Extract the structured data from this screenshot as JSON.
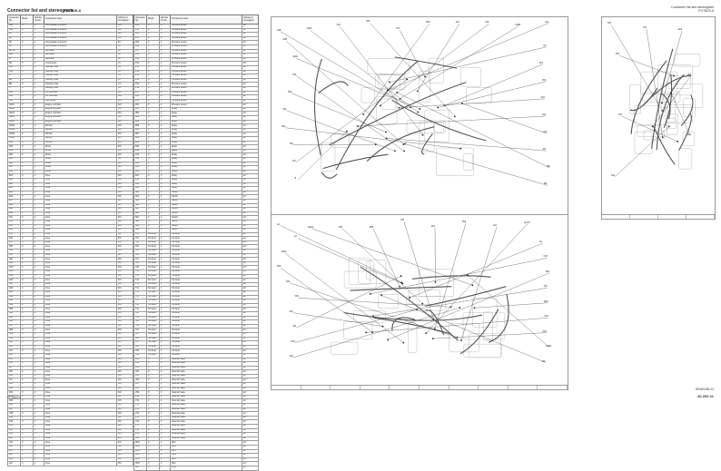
{
  "header": {
    "title": "Connector list and stereogram",
    "model": "PC78US-6",
    "right_lines": [
      "Connector list and stereogram",
      "PC78US-6"
    ]
  },
  "footer": {
    "left": "PC78US-6",
    "right_code": "SEN00282-01",
    "page": "40-200 41"
  },
  "table_headers": {
    "connector_no": "Connector No.",
    "model": "Model",
    "pins": "Number of pins",
    "name": "Component name",
    "address": "Address in stereogram"
  },
  "table1_rows": [
    [
      "A1B",
      "X",
      "2",
      "Intermediate connector",
      "B-6"
    ],
    [
      "A2B",
      "X",
      "2",
      "Intermediate connector",
      "B-6"
    ],
    [
      "A3",
      "X",
      "2",
      "Intermediate connector",
      "B-6"
    ],
    [
      "A4",
      "X",
      "3",
      "Intermediate connector",
      "B-6"
    ],
    [
      "A5",
      "X",
      "3",
      "Intermediate connector",
      "B-7"
    ],
    [
      "A6",
      "X",
      "3",
      "Intermediate connector",
      "B-7"
    ],
    [
      "AL/FR",
      "X",
      "2",
      "Alternator",
      "I-8"
    ],
    [
      "ALR",
      "X",
      "1",
      "Alternator",
      "I-8"
    ],
    [
      "B",
      "X",
      "1",
      "Alternator",
      "I-8"
    ],
    [
      "BZ",
      "X",
      "2",
      "Compressor",
      "I-9"
    ],
    [
      "CA1",
      "X",
      "2",
      "Starting motor",
      "I-9"
    ],
    [
      "CA2",
      "X",
      "2",
      "Starting motor",
      "I-9"
    ],
    [
      "B",
      "X",
      "2",
      "Starting motor",
      "I-9"
    ],
    [
      "BR",
      "X",
      "2",
      "Starting motor",
      "I-9"
    ],
    [
      "BR",
      "X",
      "2",
      "Starting motor",
      "I-9"
    ],
    [
      "C",
      "X",
      "2",
      "Starting motor",
      "I-9"
    ],
    [
      "C01",
      "X",
      "2",
      "CN controller",
      "B-6"
    ],
    [
      "C02",
      "X",
      "2",
      "CN controller",
      "B-6"
    ],
    [
      "C03",
      "X",
      "2",
      "Cab socket",
      "B-6"
    ],
    [
      "CE01",
      "X",
      "2",
      "Engine controller",
      "B-6"
    ],
    [
      "CE02",
      "X",
      "2",
      "Engine controller",
      "B-6"
    ],
    [
      "CE03",
      "X",
      "2",
      "Engine controller",
      "B-6"
    ],
    [
      "CE04",
      "X",
      "2",
      "Engine controller",
      "B-6"
    ],
    [
      "CE05",
      "X",
      "2",
      "Engine controller",
      "B-6"
    ],
    [
      "CM01",
      "X",
      "2",
      "Monitor",
      "B-6"
    ],
    [
      "CM02",
      "X",
      "2",
      "Monitor",
      "B-6"
    ],
    [
      "CM03",
      "X",
      "2",
      "Monitor",
      "B-6"
    ],
    [
      "CM04",
      "X",
      "2",
      "Monitor",
      "B-6"
    ],
    [
      "D01",
      "X",
      "2",
      "Monitor",
      "B-6"
    ],
    [
      "D02",
      "X",
      "2",
      "Diode",
      "B-6"
    ],
    [
      "D03",
      "X",
      "2",
      "Diode",
      "B-6"
    ],
    [
      "D04",
      "X",
      "2",
      "Diode",
      "B-6"
    ],
    [
      "D05",
      "X",
      "2",
      "Diode",
      "B-6"
    ],
    [
      "D06",
      "X",
      "2",
      "Diode",
      "B-6"
    ],
    [
      "D07",
      "X",
      "2",
      "Diode",
      "B-6"
    ],
    [
      "D08",
      "X",
      "2",
      "Diode",
      "B-6"
    ],
    [
      "E01",
      "X",
      "2",
      "Fuse",
      "B-6"
    ],
    [
      "E02",
      "X",
      "2",
      "Fuse",
      "B-6"
    ],
    [
      "E03",
      "X",
      "2",
      "Fuse",
      "B-6"
    ],
    [
      "E04",
      "X",
      "2",
      "Fuse",
      "B-6"
    ],
    [
      "E05",
      "X",
      "2",
      "Fuse",
      "B-6"
    ],
    [
      "E06",
      "X",
      "2",
      "Fuse",
      "B-6"
    ],
    [
      "E07",
      "X",
      "2",
      "Fuse",
      "B-6"
    ],
    [
      "E08",
      "X",
      "2",
      "Fuse",
      "B-6"
    ],
    [
      "E09",
      "X",
      "2",
      "Fuse",
      "B-6"
    ],
    [
      "E10",
      "X",
      "2",
      "Fuse",
      "B-6"
    ],
    [
      "F01",
      "X",
      "2",
      "Fuse",
      "B-6"
    ],
    [
      "F02",
      "X",
      "2",
      "Fuse",
      "B-6"
    ],
    [
      "F03",
      "X",
      "2",
      "Fuse",
      "B-6"
    ],
    [
      "F04",
      "X",
      "2",
      "Fuse",
      "B-6"
    ],
    [
      "F05",
      "X",
      "2",
      "Fuse",
      "B-6"
    ],
    [
      "F06",
      "X",
      "2",
      "Fuse",
      "B-6"
    ],
    [
      "F07",
      "X",
      "2",
      "Fuse",
      "B-6"
    ],
    [
      "F08",
      "X",
      "2",
      "Fuse",
      "B-6"
    ],
    [
      "F09",
      "X",
      "2",
      "Fuse",
      "B-6"
    ],
    [
      "F10",
      "X",
      "2",
      "Fuse",
      "B-6"
    ],
    [
      "G01",
      "X",
      "2",
      "Fuse",
      "B-6"
    ],
    [
      "G02",
      "X",
      "2",
      "Fuse",
      "B-6"
    ],
    [
      "G03",
      "X",
      "2",
      "Fuse",
      "B-6"
    ],
    [
      "G04",
      "X",
      "2",
      "Fuse",
      "B-6"
    ],
    [
      "G05",
      "X",
      "2",
      "Fuse",
      "B-6"
    ],
    [
      "G06",
      "X",
      "2",
      "Fuse",
      "B-6"
    ],
    [
      "G07",
      "X",
      "2",
      "Fuse",
      "B-6"
    ],
    [
      "G08",
      "X",
      "2",
      "Fuse",
      "B-6"
    ],
    [
      "G09",
      "X",
      "2",
      "Fuse",
      "B-6"
    ],
    [
      "G10",
      "X",
      "2",
      "Fuse",
      "B-6"
    ],
    [
      "H01",
      "X",
      "2",
      "Fuse",
      "B-6"
    ],
    [
      "H02",
      "X",
      "2",
      "Fuse",
      "B-6"
    ],
    [
      "H03",
      "X",
      "2",
      "Fuse",
      "B-6"
    ],
    [
      "H04",
      "X",
      "2",
      "Fuse",
      "B-6"
    ],
    [
      "H05",
      "X",
      "2",
      "Fuse",
      "B-6"
    ],
    [
      "H06",
      "X",
      "2",
      "Fuse",
      "B-6"
    ],
    [
      "H07",
      "X",
      "2",
      "Fuse",
      "B-6"
    ],
    [
      "H08",
      "X",
      "2",
      "Fuse",
      "B-6"
    ],
    [
      "H09",
      "X",
      "2",
      "Fuse",
      "B-6"
    ],
    [
      "H10",
      "X",
      "2",
      "Fuse",
      "B-6"
    ],
    [
      "J01",
      "X",
      "2",
      "Fuse",
      "B-6"
    ],
    [
      "J02",
      "X",
      "2",
      "Fuse",
      "B-6"
    ],
    [
      "J03",
      "X",
      "2",
      "Fuse",
      "B-6"
    ],
    [
      "J04",
      "X",
      "2",
      "Fuse",
      "B-6"
    ],
    [
      "J05",
      "X",
      "2",
      "Fuse",
      "B-6"
    ],
    [
      "J06",
      "X",
      "2",
      "Fuse",
      "B-6"
    ],
    [
      "J07",
      "X",
      "2",
      "Fuse",
      "B-6"
    ],
    [
      "J08",
      "X",
      "2",
      "Fuse",
      "B-6"
    ],
    [
      "J09",
      "X",
      "2",
      "Fuse",
      "B-6"
    ],
    [
      "J10",
      "X",
      "2",
      "Fuse",
      "B-6"
    ],
    [
      "K01",
      "X",
      "2",
      "Fuse",
      "B-6"
    ],
    [
      "K02",
      "X",
      "2",
      "Fuse",
      "B-6"
    ],
    [
      "K03",
      "X",
      "2",
      "Fuse",
      "B-6"
    ],
    [
      "K04",
      "X",
      "2",
      "Fuse",
      "B-6"
    ],
    [
      "K05",
      "X",
      "2",
      "Fuse",
      "B-6"
    ],
    [
      "K06",
      "X",
      "2",
      "Fuse",
      "B-6"
    ],
    [
      "K07",
      "X",
      "2",
      "Fuse",
      "B-6"
    ],
    [
      "K08",
      "X",
      "2",
      "Fuse",
      "B-6"
    ],
    [
      "K09",
      "X",
      "2",
      "Fuse",
      "B-6"
    ],
    [
      "K10",
      "X",
      "2",
      "Fuse",
      "B-6"
    ],
    [
      "L01",
      "X",
      "2",
      "Fuse",
      "B-6"
    ],
    [
      "L02",
      "X",
      "2",
      "Fuse",
      "B-6"
    ],
    [
      "L03",
      "X",
      "2",
      "Fuse",
      "B-6"
    ],
    [
      "L04",
      "X",
      "2",
      "Fuse",
      "B-6"
    ],
    [
      "L05",
      "X",
      "2",
      "Fuse",
      "B-6"
    ],
    [
      "L06",
      "X",
      "2",
      "Fuse",
      "B-6"
    ],
    [
      "L07",
      "X",
      "2",
      "Fuse",
      "B-6"
    ],
    [
      "L08",
      "X",
      "2",
      "Fuse",
      "B-6"
    ],
    [
      "L09",
      "X",
      "2",
      "Fuse",
      "B-6"
    ],
    [
      "L10",
      "X",
      "2",
      "Fuse",
      "B-6"
    ]
  ],
  "table2_rows": [
    [
      "P01",
      "X",
      "2",
      "Pressure sensor",
      "E-7"
    ],
    [
      "P02",
      "X",
      "2",
      "Pressure sensor",
      "E-7"
    ],
    [
      "P03",
      "X",
      "2",
      "Pressure sensor",
      "E-7"
    ],
    [
      "P04",
      "X",
      "2",
      "Pressure sensor",
      "E-7"
    ],
    [
      "P05",
      "X",
      "2",
      "Pressure sensor",
      "E-7"
    ],
    [
      "P06",
      "X",
      "2",
      "Pressure sensor",
      "E-7"
    ],
    [
      "P07",
      "X",
      "2",
      "Pressure sensor",
      "E-7"
    ],
    [
      "P08",
      "X",
      "2",
      "Pressure sensor",
      "E-7"
    ],
    [
      "P09",
      "X",
      "2",
      "Pressure sensor",
      "E-7"
    ],
    [
      "P10",
      "X",
      "2",
      "Pressure sensor",
      "E-7"
    ],
    [
      "P11",
      "X",
      "2",
      "Pressure sensor",
      "E-7"
    ],
    [
      "P12",
      "X",
      "2",
      "Pressure sensor",
      "E-7"
    ],
    [
      "P13",
      "X",
      "2",
      "Pressure sensor",
      "E-7"
    ],
    [
      "P14",
      "X",
      "2",
      "Pressure sensor",
      "E-7"
    ],
    [
      "P15",
      "X",
      "2",
      "Pressure sensor",
      "E-7"
    ],
    [
      "P16",
      "X",
      "2",
      "Pressure sensor",
      "E-7"
    ],
    [
      "P17",
      "X",
      "2",
      "Pressure sensor",
      "E-7"
    ],
    [
      "P18",
      "X",
      "2",
      "Pressure sensor",
      "E-7"
    ],
    [
      "P19",
      "X",
      "2",
      "Pressure sensor",
      "E-7"
    ],
    [
      "P20",
      "X",
      "2",
      "Pressure sensor",
      "E-7"
    ],
    [
      "R01",
      "X",
      "2",
      "Relay",
      "E-7"
    ],
    [
      "R02",
      "X",
      "2",
      "Relay",
      "E-7"
    ],
    [
      "R03",
      "X",
      "2",
      "Relay",
      "E-7"
    ],
    [
      "R04",
      "X",
      "2",
      "Relay",
      "E-7"
    ],
    [
      "R05",
      "X",
      "2",
      "Relay",
      "E-7"
    ],
    [
      "R06",
      "X",
      "2",
      "Relay",
      "E-7"
    ],
    [
      "R07",
      "X",
      "2",
      "Relay",
      "E-7"
    ],
    [
      "R08",
      "X",
      "2",
      "Relay",
      "E-7"
    ],
    [
      "R09",
      "X",
      "2",
      "Relay",
      "E-7"
    ],
    [
      "R10",
      "X",
      "2",
      "Relay",
      "E-7"
    ],
    [
      "R11",
      "X",
      "2",
      "Relay",
      "E-7"
    ],
    [
      "R12",
      "X",
      "2",
      "Relay",
      "E-7"
    ],
    [
      "R13",
      "X",
      "2",
      "Relay",
      "E-7"
    ],
    [
      "R14",
      "X",
      "2",
      "Relay",
      "E-7"
    ],
    [
      "R15",
      "X",
      "2",
      "Relay",
      "E-7"
    ],
    [
      "R16",
      "X",
      "2",
      "Relay",
      "E-7"
    ],
    [
      "R17",
      "X",
      "2",
      "Relay",
      "E-7"
    ],
    [
      "R18",
      "X",
      "2",
      "Relay",
      "E-7"
    ],
    [
      "R19",
      "X",
      "2",
      "Relay",
      "E-7"
    ],
    [
      "R20",
      "X",
      "2",
      "Relay",
      "E-7"
    ],
    [
      "S01",
      "X",
      "2",
      "Switch",
      "E-7"
    ],
    [
      "S02",
      "X",
      "2",
      "Switch",
      "E-7"
    ],
    [
      "S03",
      "X",
      "2",
      "Switch",
      "E-7"
    ],
    [
      "S04",
      "X",
      "2",
      "Switch",
      "E-7"
    ],
    [
      "S05",
      "X",
      "2",
      "Switch",
      "E-7"
    ],
    [
      "S06",
      "X",
      "2",
      "Switch",
      "E-7"
    ],
    [
      "S07",
      "X",
      "2",
      "Switch",
      "E-7"
    ],
    [
      "S08",
      "X",
      "2",
      "Switch",
      "E-7"
    ],
    [
      "S09",
      "X",
      "2",
      "Switch",
      "E-7"
    ],
    [
      "S10",
      "X",
      "2",
      "Switch",
      "E-7"
    ],
    [
      "T01",
      "Terminal",
      "1",
      "Terminal",
      "E-7"
    ],
    [
      "T02",
      "Terminal",
      "1",
      "Terminal",
      "E-7"
    ],
    [
      "T03",
      "Terminal",
      "1",
      "Terminal",
      "E-7"
    ],
    [
      "T04",
      "Terminal",
      "1",
      "Terminal",
      "E-7"
    ],
    [
      "T05",
      "Terminal",
      "1",
      "Terminal",
      "E-7"
    ],
    [
      "T06",
      "Terminal",
      "1",
      "Terminal",
      "E-7"
    ],
    [
      "T07",
      "Terminal",
      "1",
      "Terminal",
      "E-7"
    ],
    [
      "T08",
      "Terminal",
      "1",
      "Terminal",
      "E-7"
    ],
    [
      "T09",
      "Terminal",
      "1",
      "Terminal",
      "E-7"
    ],
    [
      "T10",
      "Terminal",
      "1",
      "Terminal",
      "E-7"
    ],
    [
      "T11",
      "Terminal",
      "1",
      "Terminal",
      "E-7"
    ],
    [
      "T12",
      "Terminal",
      "1",
      "Terminal",
      "E-7"
    ],
    [
      "T13",
      "Terminal",
      "1",
      "Terminal",
      "E-7"
    ],
    [
      "T14",
      "Terminal",
      "1",
      "Terminal",
      "E-7"
    ],
    [
      "T15",
      "Terminal",
      "1",
      "Terminal",
      "E-7"
    ],
    [
      "T16",
      "Terminal",
      "1",
      "Terminal",
      "E-7"
    ],
    [
      "T17",
      "Terminal",
      "1",
      "Terminal",
      "E-7"
    ],
    [
      "T18",
      "Terminal",
      "1",
      "Terminal",
      "E-7"
    ],
    [
      "T19",
      "Terminal",
      "1",
      "Terminal",
      "E-7"
    ],
    [
      "T20",
      "Terminal",
      "1",
      "Terminal",
      "E-7"
    ],
    [
      "T21",
      "Terminal",
      "1",
      "Terminal",
      "E-7"
    ],
    [
      "T22",
      "Terminal",
      "1",
      "Terminal",
      "E-7"
    ],
    [
      "T23",
      "Terminal",
      "1",
      "Terminal",
      "E-7"
    ],
    [
      "T24",
      "Terminal",
      "1",
      "Terminal",
      "E-7"
    ],
    [
      "T25",
      "Terminal",
      "1",
      "Terminal",
      "E-7"
    ],
    [
      "T26",
      "Terminal",
      "1",
      "Terminal",
      "E-7"
    ],
    [
      "T27",
      "Terminal",
      "1",
      "Terminal",
      "E-7"
    ],
    [
      "T28",
      "Terminal",
      "1",
      "Terminal",
      "E-7"
    ],
    [
      "T29",
      "Terminal",
      "1",
      "Terminal",
      "E-7"
    ],
    [
      "T30",
      "Terminal",
      "1",
      "Terminal",
      "E-7"
    ],
    [
      "V01",
      "X",
      "2",
      "Solenoid valve",
      "E-7"
    ],
    [
      "V02",
      "X",
      "2",
      "Solenoid valve",
      "E-7"
    ],
    [
      "V03",
      "X",
      "2",
      "Solenoid valve",
      "E-7"
    ],
    [
      "V04",
      "X",
      "2",
      "Solenoid valve",
      "E-7"
    ],
    [
      "V05",
      "X",
      "2",
      "Solenoid valve",
      "E-7"
    ],
    [
      "V06",
      "X",
      "2",
      "Solenoid valve",
      "E-7"
    ],
    [
      "V07",
      "X",
      "2",
      "Solenoid valve",
      "E-7"
    ],
    [
      "V08",
      "X",
      "2",
      "Solenoid valve",
      "E-7"
    ],
    [
      "V09",
      "X",
      "2",
      "Solenoid valve",
      "E-7"
    ],
    [
      "V10",
      "X",
      "2",
      "Solenoid valve",
      "E-7"
    ],
    [
      "V11",
      "X",
      "2",
      "Solenoid valve",
      "E-7"
    ],
    [
      "V12",
      "X",
      "2",
      "Solenoid valve",
      "E-7"
    ],
    [
      "V13",
      "X",
      "2",
      "Solenoid valve",
      "E-7"
    ],
    [
      "V14",
      "X",
      "2",
      "Solenoid valve",
      "E-7"
    ],
    [
      "V15",
      "X",
      "2",
      "Solenoid valve",
      "E-7"
    ],
    [
      "V16",
      "X",
      "2",
      "Solenoid valve",
      "E-7"
    ],
    [
      "V17",
      "X",
      "2",
      "Solenoid valve",
      "E-7"
    ],
    [
      "V18",
      "X",
      "2",
      "Solenoid valve",
      "E-7"
    ],
    [
      "V19",
      "X",
      "2",
      "Solenoid valve",
      "E-7"
    ],
    [
      "V20",
      "X",
      "2",
      "Solenoid valve",
      "E-7"
    ],
    [
      "W01",
      "X",
      "2",
      "Wire",
      "E-7"
    ],
    [
      "W02",
      "X",
      "2",
      "Wire",
      "E-7"
    ],
    [
      "W03",
      "X",
      "2",
      "Wire",
      "E-7"
    ],
    [
      "W04",
      "X",
      "2",
      "Wire",
      "E-7"
    ],
    [
      "W05",
      "X",
      "2",
      "Wire",
      "E-7"
    ],
    [
      "W06",
      "X",
      "2",
      "Wire",
      "E-7"
    ],
    [
      "W07",
      "X",
      "2",
      "Wire",
      "E-7"
    ]
  ],
  "diagram_labels": {
    "top_main": [
      "A1B",
      "A2B",
      "A3",
      "CE01",
      "CE02",
      "C01",
      "C02",
      "P01",
      "P02",
      "R01",
      "R02",
      "S01",
      "T01",
      "V01",
      "V02",
      "W01",
      "E01",
      "F01",
      "G01",
      "H01",
      "J01",
      "K01",
      "L01",
      "D01",
      "CM01",
      "B",
      "BR",
      "CA1"
    ],
    "top_side": [
      "P03",
      "P04",
      "R03",
      "T02",
      "V03",
      "S02",
      "E02",
      "F02"
    ],
    "bottom_main": [
      "A4",
      "A5",
      "A6",
      "CE03",
      "CE04",
      "C03",
      "P05",
      "P06",
      "R04",
      "R05",
      "S03",
      "T03",
      "V04",
      "V05",
      "W02",
      "E03",
      "F03",
      "G02",
      "H02",
      "J02",
      "K02",
      "L02",
      "D02",
      "CM02",
      "AL/FR",
      "ALR",
      "BZ"
    ]
  }
}
